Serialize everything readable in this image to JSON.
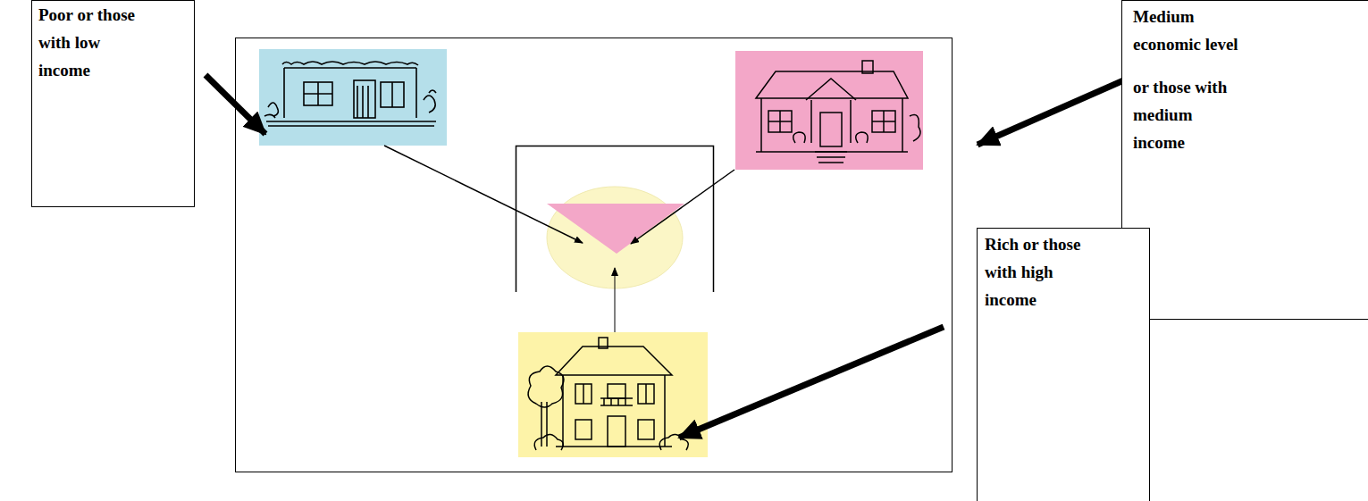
{
  "diagram": {
    "nodes": [
      {
        "text": [
          "Poor or those with low income"
        ]
      },
      {
        "text": [
          "Medium economic level",
          "or those with medium income"
        ]
      },
      {
        "text": [
          "Rich or those with high income"
        ]
      }
    ]
  }
}
